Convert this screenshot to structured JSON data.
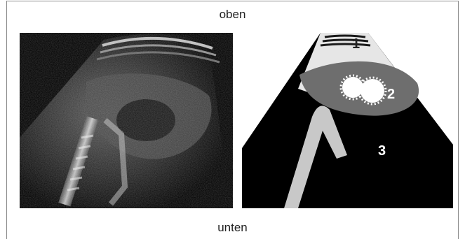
{
  "orientation": {
    "top_label": "oben",
    "bottom_label": "unten"
  },
  "schematic": {
    "markers": [
      "1",
      "2",
      "3"
    ]
  }
}
